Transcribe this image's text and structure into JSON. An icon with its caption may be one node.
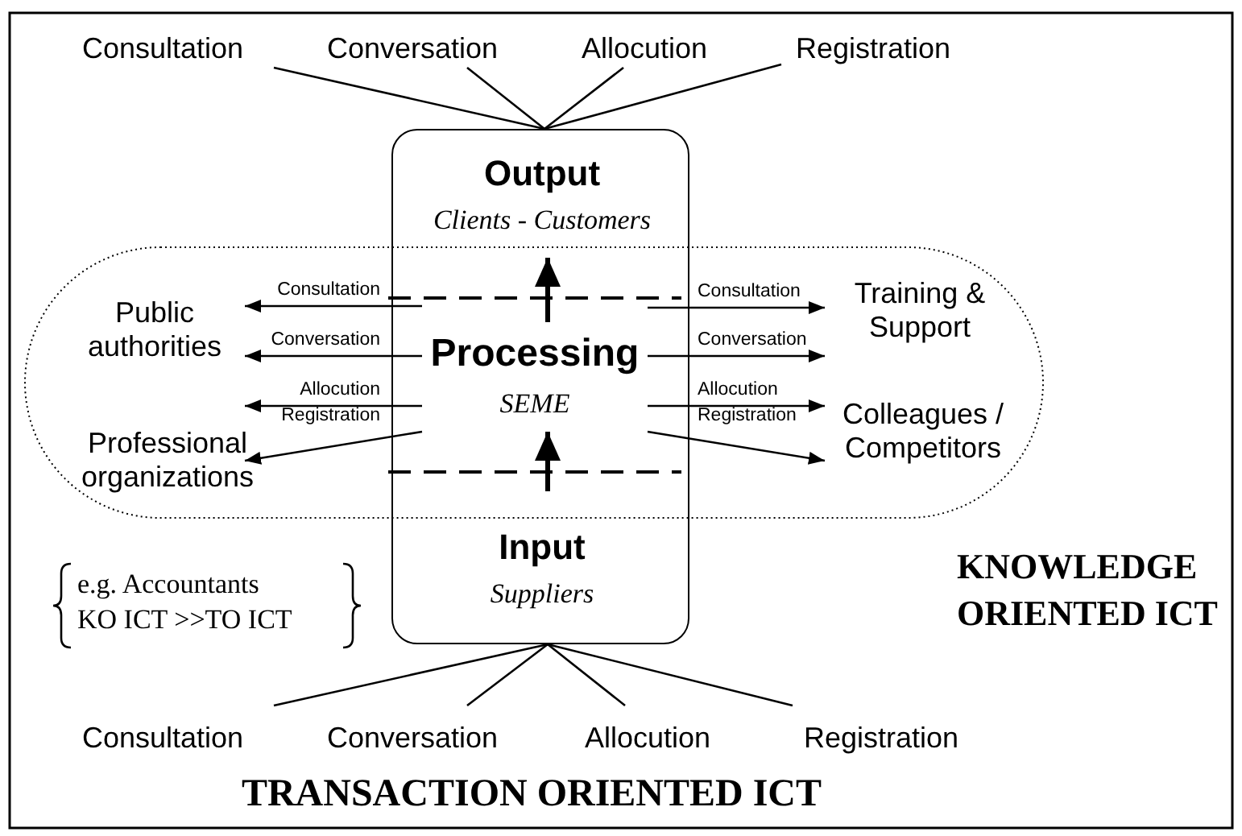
{
  "diagram": {
    "nodes": [
      {
        "text": [],
        "shape": "box"
      },
      {
        "text": [
          "Output",
          "Clients - Customers"
        ],
        "in": 0
      },
      {
        "text": [
          "Processing",
          "SEME"
        ]
      },
      {
        "text": [
          "Input",
          "Suppliers"
        ],
        "in": 0
      },
      {
        "text": [],
        "shape": "band"
      },
      {
        "text": [
          "Public authorities"
        ],
        "in": 4
      },
      {
        "text": [
          "Professional organizations"
        ],
        "in": 4
      },
      {
        "text": [
          "Training & Support"
        ],
        "in": 4
      },
      {
        "text": [
          "Colleagues / Competitors"
        ],
        "in": 4
      },
      {
        "text": [
          "Consultation"
        ]
      },
      {
        "text": [
          "Conversation"
        ]
      },
      {
        "text": [
          "Allocution"
        ]
      },
      {
        "text": [
          "Registration"
        ]
      },
      {
        "text": [
          "Consultation"
        ]
      },
      {
        "text": [
          "Conversation"
        ]
      },
      {
        "text": [
          "Allocution"
        ]
      },
      {
        "text": [
          "Registration"
        ]
      }
    ],
    "edges": [
      {
        "from": 9,
        "to": 1,
        "arrow": "none"
      },
      {
        "from": 10,
        "to": 1,
        "arrow": "none"
      },
      {
        "from": 11,
        "to": 1,
        "arrow": "none"
      },
      {
        "from": 12,
        "to": 1,
        "arrow": "none"
      },
      {
        "from": 3,
        "to": 2,
        "arrow": "to",
        "style": "thick"
      },
      {
        "from": 2,
        "to": 1,
        "arrow": "to",
        "style": "thick"
      },
      {
        "from": 2,
        "to": 5,
        "arrow": "to",
        "label": "Consultation"
      },
      {
        "from": 2,
        "to": 5,
        "arrow": "to",
        "label": "Conversation"
      },
      {
        "from": 2,
        "to": 6,
        "arrow": "to",
        "label": "Allocution"
      },
      {
        "from": 2,
        "to": 6,
        "arrow": "to",
        "label": "Registration"
      },
      {
        "from": 2,
        "to": 7,
        "arrow": "to",
        "label": "Consultation"
      },
      {
        "from": 2,
        "to": 7,
        "arrow": "to",
        "label": "Conversation"
      },
      {
        "from": 2,
        "to": 8,
        "arrow": "to",
        "label": "Allocution"
      },
      {
        "from": 2,
        "to": 8,
        "arrow": "to",
        "label": "Registration"
      },
      {
        "from": 3,
        "to": 13,
        "arrow": "none"
      },
      {
        "from": 3,
        "to": 14,
        "arrow": "none"
      },
      {
        "from": 3,
        "to": 15,
        "arrow": "none"
      },
      {
        "from": 3,
        "to": 16,
        "arrow": "none"
      }
    ],
    "labels": [
      "e.g. Accountants KO ICT >>TO ICT",
      "KNOWLEDGE ORIENTED ICT",
      "TRANSACTION ORIENTED ICT"
    ]
  }
}
